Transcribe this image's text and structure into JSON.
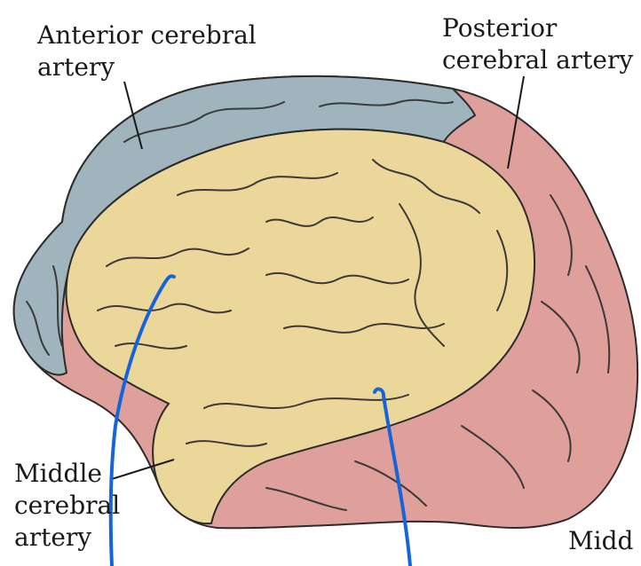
{
  "labels": {
    "anterior_line1": "Anterior cerebral",
    "anterior_line2": "artery",
    "posterior_line1": "Posterior",
    "posterior_line2": "cerebral artery",
    "middle_line1": "Middle",
    "middle_line2": "cerebral",
    "middle_line3": "artery",
    "middle_cutoff": "Midd"
  },
  "territories": [
    {
      "name": "anterior",
      "color": "#9fb4bd"
    },
    {
      "name": "middle",
      "color": "#ecd79a"
    },
    {
      "name": "posterior",
      "color": "#df9f9b"
    }
  ],
  "colors": {
    "annotation_stroke": "#1565d8",
    "outline": "#2b2b2b",
    "gyri_line": "#3a3a3a"
  }
}
